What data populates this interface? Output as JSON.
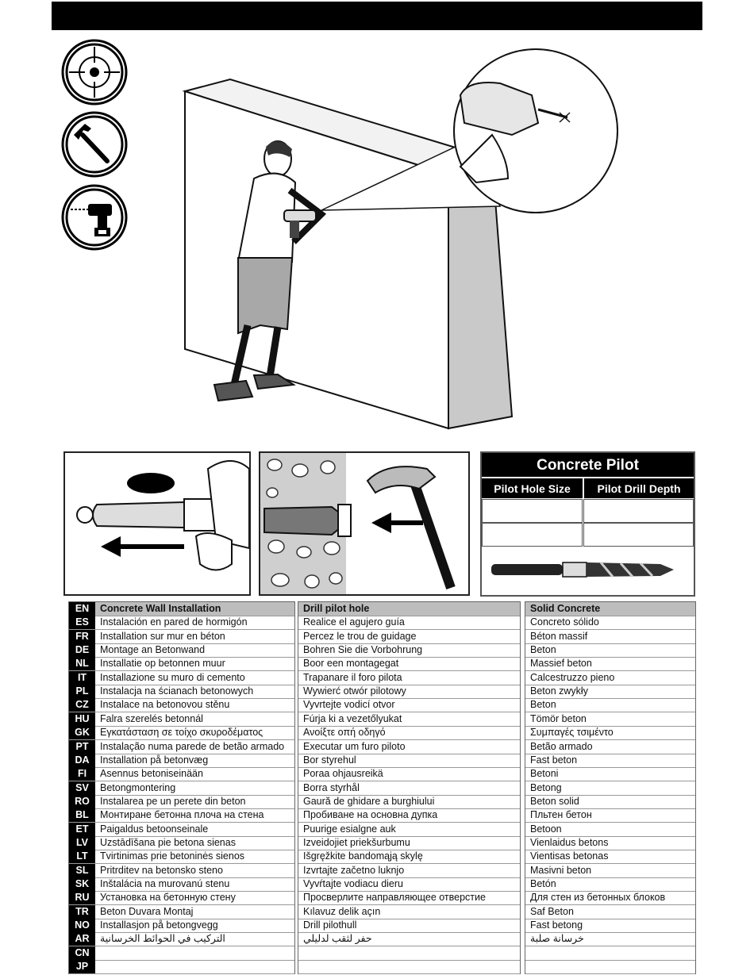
{
  "pilot_table": {
    "title": "Concrete Pilot",
    "col1": "Pilot Hole Size",
    "col2": "Pilot Drill Depth"
  },
  "language_codes": [
    "EN",
    "ES",
    "FR",
    "DE",
    "NL",
    "IT",
    "PL",
    "CZ",
    "HU",
    "GK",
    "PT",
    "DA",
    "FI",
    "SV",
    "RO",
    "BL",
    "ET",
    "LV",
    "LT",
    "SL",
    "SK",
    "RU",
    "TR",
    "NO",
    "AR",
    "CN",
    "JP"
  ],
  "col_installation": [
    "Concrete Wall Installation",
    "Instalación en pared de hormigón",
    "Installation sur mur en béton",
    "Montage an Betonwand",
    "Installatie op betonnen muur",
    "Installazione su muro di cemento",
    "Instalacja na ścianach betonowych",
    "Instalace na betonovou stěnu",
    "Falra szerelés betonnál",
    "Εγκατάσταση σε τοίχο σκυροδέματος",
    "Instalação numa parede de betão armado",
    "Installation på betonvæg",
    "Asennus betoniseinään",
    "Betongmontering",
    "Instalarea pe un perete din beton",
    "Монтиране бетонна плоча на стена",
    "Paigaldus betoonseinale",
    "Uzstādīšana pie betona sienas",
    "Tvirtinimas prie betoninės sienos",
    "Pritrditev na betonsko steno",
    "Inštalácia na murovanú stenu",
    "Установка на бетонную стену",
    "Beton Duvara Montaj",
    "Installasjon på betongvegg",
    "التركيب في الحوائط الخرسانية",
    "",
    ""
  ],
  "col_drill": [
    "Drill pilot hole",
    "Realice el agujero guía",
    "Percez le trou de guidage",
    "Bohren Sie die Vorbohrung",
    "Boor een montagegat",
    "Trapanare il foro pilota",
    "Wywierć otwór pilotowy",
    "Vyvrtejte vodicí otvor",
    "Fúrja ki a vezetőlyukat",
    "Ανοίξτε οπή οδηγό",
    "Executar um furo piloto",
    "Bor styrehul",
    "Poraa ohjausreikä",
    "Borra styrhål",
    "Gaură de ghidare a burghiului",
    "Пробиване на основна дупка",
    "Puurige esialgne auk",
    "Izveidojiet priekšurbumu",
    "Išgręžkite bandomąją skylę",
    "Izvrtajte začetno luknjo",
    "Vyvŕtajte vodiacu dieru",
    "Просверлите направляющее отверстие",
    "Kılavuz delik açın",
    "Drill pilothull",
    "حفر لثقب لدليلي",
    "",
    ""
  ],
  "col_solid": [
    "Solid Concrete",
    "Concreto sólido",
    "Béton massif",
    "Beton",
    "Massief beton",
    "Calcestruzzo pieno",
    "Beton zwykły",
    "Beton",
    "Tömör beton",
    "Συμπαγές τσιμέντο",
    "Betão armado",
    "Fast beton",
    "Betoni",
    "Betong",
    "Beton solid",
    "Пльтен бетон",
    "Betoon",
    "Vienlaidus betons",
    "Vientisas betonas",
    "Masivni beton",
    "Betón",
    "Для стен из бетонных блоков",
    "Saf Beton",
    "Fast betong",
    "خرسانة صلبة",
    "",
    ""
  ],
  "icons": [
    "target-icon",
    "hammer-icon",
    "drill-icon"
  ]
}
